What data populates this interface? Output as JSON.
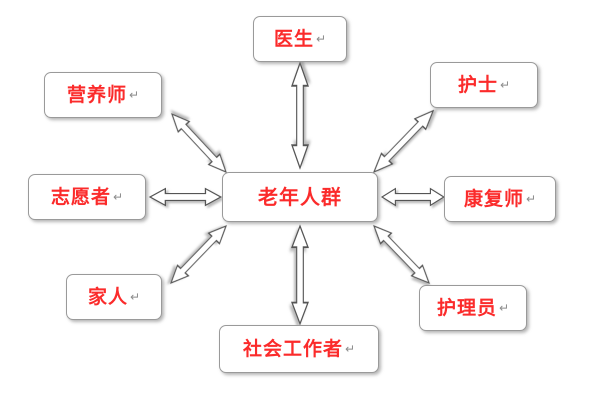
{
  "diagram": {
    "type": "hub-and-spoke",
    "title": "",
    "center": {
      "id": "center",
      "label": "老年人群",
      "mark": "↵"
    },
    "nodes": [
      {
        "id": "top",
        "label": "医生",
        "mark": "↵",
        "position": "top"
      },
      {
        "id": "topleft",
        "label": "营养师",
        "mark": "↵",
        "position": "top-left"
      },
      {
        "id": "topright",
        "label": "护士",
        "mark": "↵",
        "position": "top-right"
      },
      {
        "id": "left",
        "label": "志愿者",
        "mark": "↵",
        "position": "left"
      },
      {
        "id": "right",
        "label": "康复师",
        "mark": "↵",
        "position": "right"
      },
      {
        "id": "bottomleft",
        "label": "家人",
        "mark": "↵",
        "position": "bottom-left"
      },
      {
        "id": "bottom",
        "label": "社会工作者",
        "mark": "↵",
        "position": "bottom"
      },
      {
        "id": "bottomright",
        "label": "护理员",
        "mark": "↵",
        "position": "bottom-right"
      }
    ],
    "connectors": [
      {
        "from": "center",
        "to": "top",
        "style": "double-headed-block-arrow"
      },
      {
        "from": "center",
        "to": "topleft",
        "style": "double-headed-block-arrow"
      },
      {
        "from": "center",
        "to": "topright",
        "style": "double-headed-block-arrow"
      },
      {
        "from": "center",
        "to": "left",
        "style": "double-headed-block-arrow"
      },
      {
        "from": "center",
        "to": "right",
        "style": "double-headed-block-arrow"
      },
      {
        "from": "center",
        "to": "bottomleft",
        "style": "double-headed-block-arrow"
      },
      {
        "from": "center",
        "to": "bottom",
        "style": "double-headed-block-arrow"
      },
      {
        "from": "center",
        "to": "bottomright",
        "style": "double-headed-block-arrow"
      }
    ],
    "colors": {
      "background": "#ffffff",
      "node_fill": "#ffffff",
      "node_border": "#9a9a9a",
      "node_text": "#fb2b2b",
      "arrow_fill": "#ffffff",
      "arrow_border": "#555555",
      "mark_color": "#8c8c8c"
    }
  }
}
